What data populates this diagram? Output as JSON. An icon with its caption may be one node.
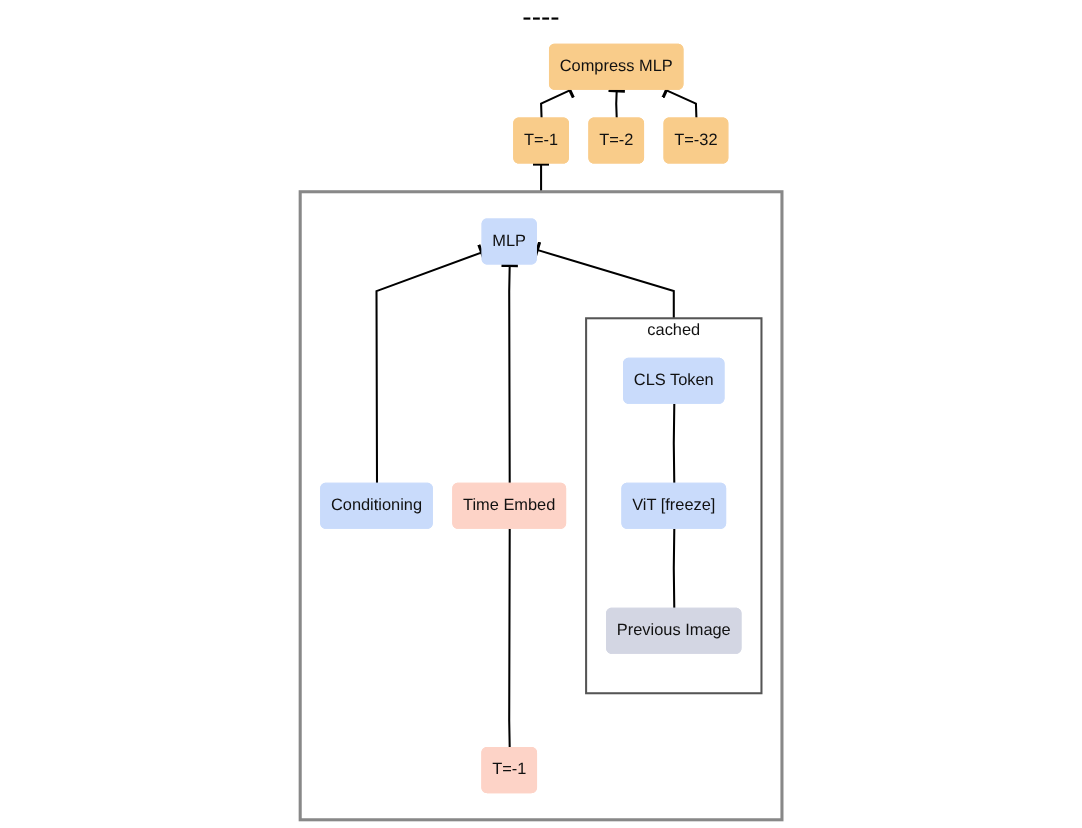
{
  "diagram": {
    "nodes": [
      {
        "text": [
          "Compress MLP"
        ]
      },
      {
        "text": [
          "T=-1"
        ]
      },
      {
        "text": [
          "T=-2"
        ]
      },
      {
        "text": [
          "T=-32"
        ]
      },
      {
        "text": [],
        "shape": "box"
      },
      {
        "text": [
          "MLP"
        ],
        "in": 4
      },
      {
        "text": [
          "cached"
        ],
        "in": 4
      },
      {
        "text": [
          "CLS Token"
        ],
        "in": 6
      },
      {
        "text": [
          "ViT [freeze]"
        ],
        "in": 6
      },
      {
        "text": [
          "Previous Image"
        ],
        "in": 6
      },
      {
        "text": [
          "Conditioning"
        ],
        "in": 4
      },
      {
        "text": [
          "Time Embed"
        ],
        "in": 4
      },
      {
        "text": [
          "T=-1"
        ],
        "in": 4
      }
    ],
    "edges": [
      {
        "from": 1,
        "to": 0,
        "arrow": "other"
      },
      {
        "from": 2,
        "to": 0,
        "arrow": "other"
      },
      {
        "from": 3,
        "to": 0,
        "arrow": "other"
      },
      {
        "from": 4,
        "to": 1,
        "arrow": "other"
      },
      {
        "from": 6,
        "to": 5,
        "arrow": "other"
      },
      {
        "from": 10,
        "to": 5,
        "arrow": "other"
      },
      {
        "from": 11,
        "to": 5,
        "arrow": "other"
      },
      {
        "from": 9,
        "to": 8,
        "arrow": "none"
      },
      {
        "from": 8,
        "to": 7,
        "arrow": "none"
      },
      {
        "from": 12,
        "to": 11,
        "arrow": "none"
      }
    ],
    "labels": [
      "----"
    ]
  }
}
